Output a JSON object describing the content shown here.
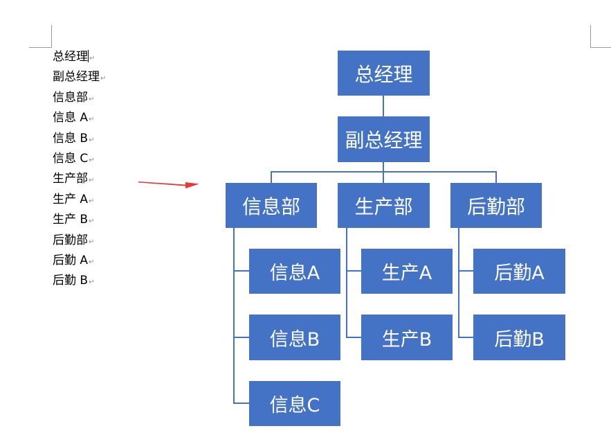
{
  "outline": [
    {
      "text": "总经理",
      "cursor": true
    },
    {
      "text": "副总经理"
    },
    {
      "text": "信息部"
    },
    {
      "text": "信息 A"
    },
    {
      "text": "信息 B"
    },
    {
      "text": "信息 C"
    },
    {
      "text": "生产部"
    },
    {
      "text": "生产 A"
    },
    {
      "text": "生产 B"
    },
    {
      "text": "后勤部"
    },
    {
      "text": "后勤 A"
    },
    {
      "text": "后勤 B"
    }
  ],
  "paragraph_mark": "↵",
  "org_chart": {
    "root": "总经理",
    "assistant": "副总经理",
    "departments": [
      {
        "name": "信息部",
        "members": [
          "信息A",
          "信息B",
          "信息C"
        ]
      },
      {
        "name": "生产部",
        "members": [
          "生产A",
          "生产B"
        ]
      },
      {
        "name": "后勤部",
        "members": [
          "后勤A",
          "后勤B"
        ]
      }
    ]
  },
  "colors": {
    "box": "#4472c4",
    "box_text": "#ffffff",
    "arrow": "#e53935"
  }
}
